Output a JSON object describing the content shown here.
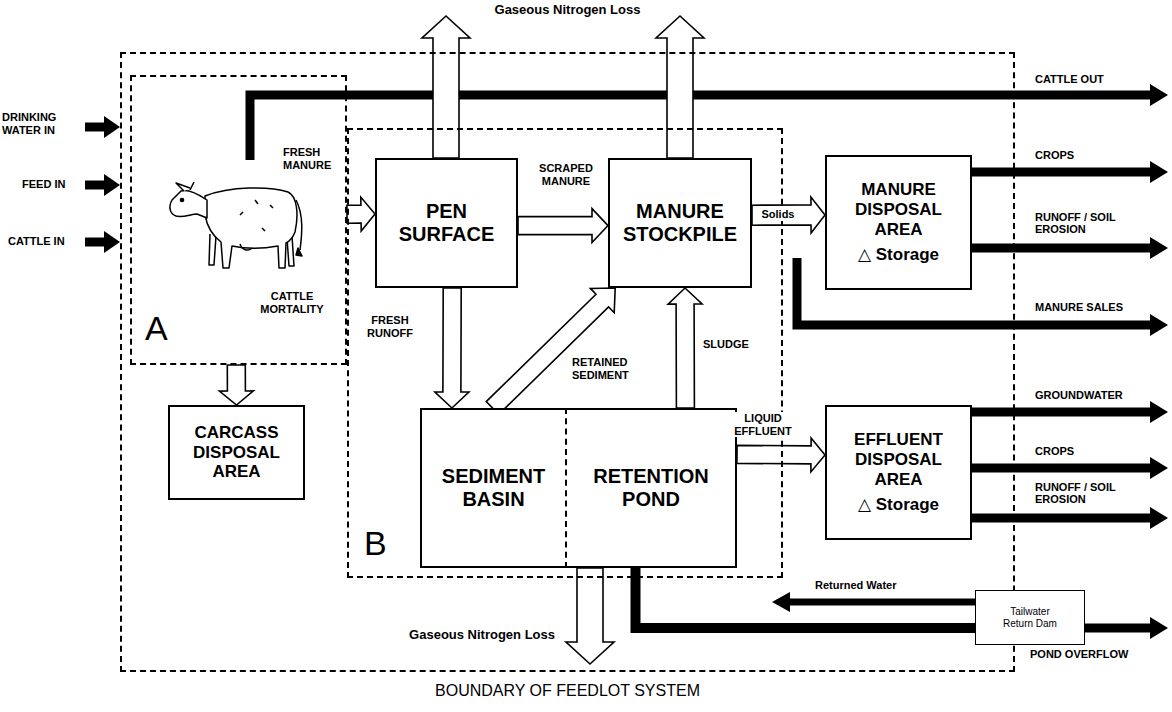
{
  "diagram": {
    "nodes": [
      {
        "text": [
          "BOUNDARY OF FEEDLOT SYSTEM"
        ]
      },
      {
        "text": [
          "A"
        ],
        "in": 0
      },
      {
        "text": [
          "B"
        ],
        "in": 0
      },
      {
        "text": [
          "PEN SURFACE"
        ],
        "in": 2
      },
      {
        "text": [
          "MANURE STOCKPILE"
        ],
        "in": 2
      },
      {
        "text": [
          "SEDIMENT BASIN"
        ],
        "in": 2
      },
      {
        "text": [
          "RETENTION POND"
        ],
        "in": 2
      },
      {
        "text": [
          "CARCASS DISPOSAL AREA"
        ],
        "in": 0
      },
      {
        "text": [
          "MANURE DISPOSAL AREA",
          "△ Storage"
        ],
        "in": 0
      },
      {
        "text": [
          "EFFLUENT DISPOSAL AREA",
          "△ Storage"
        ],
        "in": 0
      },
      {
        "text": [
          "Tailwater Return Dam"
        ],
        "in": 0
      }
    ],
    "edges": [
      {
        "from": 1,
        "to": 3,
        "label": "FRESH MANURE",
        "arrow": "to"
      },
      {
        "from": 1,
        "to": 7,
        "label": "CATTLE MORTALITY",
        "arrow": "to"
      },
      {
        "from": 3,
        "to": 4,
        "label": "SCRAPED MANURE",
        "arrow": "to"
      },
      {
        "from": 3,
        "to": 5,
        "label": "FRESH RUNOFF",
        "arrow": "to"
      },
      {
        "from": 5,
        "to": 4,
        "label": "RETAINED SEDIMENT",
        "arrow": "to"
      },
      {
        "from": 6,
        "to": 4,
        "label": "SLUDGE",
        "arrow": "to"
      },
      {
        "from": 4,
        "to": 8,
        "label": "Solids",
        "arrow": "to"
      },
      {
        "from": 6,
        "to": 9,
        "label": "LIQUID EFFLUENT",
        "arrow": "to"
      },
      {
        "from": 6,
        "to": 10,
        "arrow": "none"
      }
    ],
    "labels": [
      "Gaseous Nitrogen Loss",
      "DRINKING WATER IN",
      "FEED IN",
      "CATTLE IN",
      "CATTLE OUT",
      "CROPS",
      "RUNOFF / SOIL EROSION",
      "MANURE SALES",
      "GROUNDWATER",
      "CROPS",
      "RUNOFF / SOIL EROSION",
      "Returned Water",
      "POND OVERFLOW",
      "Gaseous Nitrogen Loss"
    ]
  }
}
